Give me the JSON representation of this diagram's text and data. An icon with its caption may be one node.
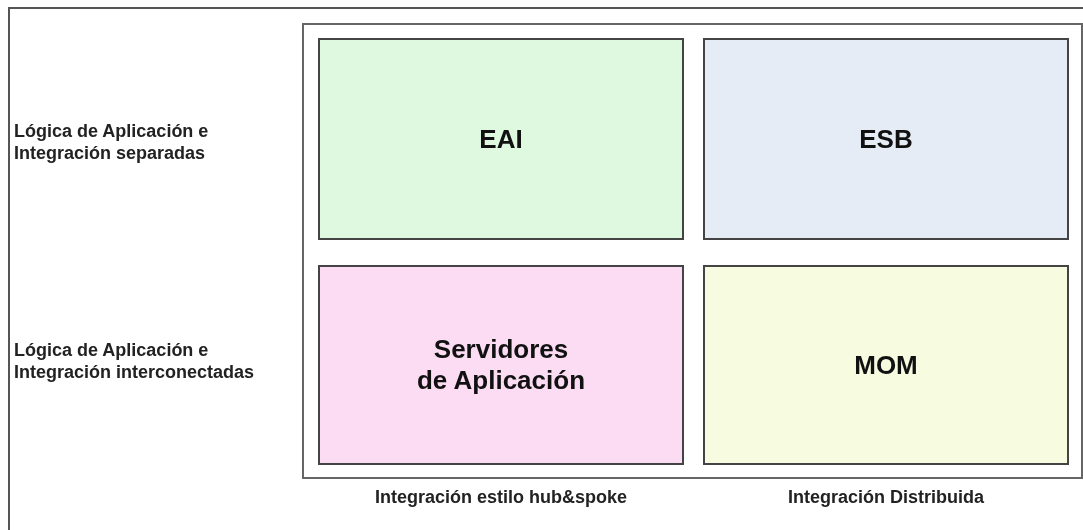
{
  "diagram": {
    "nodes": [
      {
        "text": [],
        "shape": "box"
      },
      {
        "text": [
          "EAI"
        ],
        "in": 0
      },
      {
        "text": [
          "ESB"
        ],
        "in": 0
      },
      {
        "text": [
          "Servidores de Aplicación"
        ],
        "in": 0
      },
      {
        "text": [
          "MOM"
        ],
        "in": 0
      }
    ],
    "labels": [
      "Lógica de Aplicación e Integración separadas",
      "Lógica de Aplicación e Integración interconectadas",
      "Integración estilo hub&spoke",
      "Integración Distribuida"
    ]
  }
}
